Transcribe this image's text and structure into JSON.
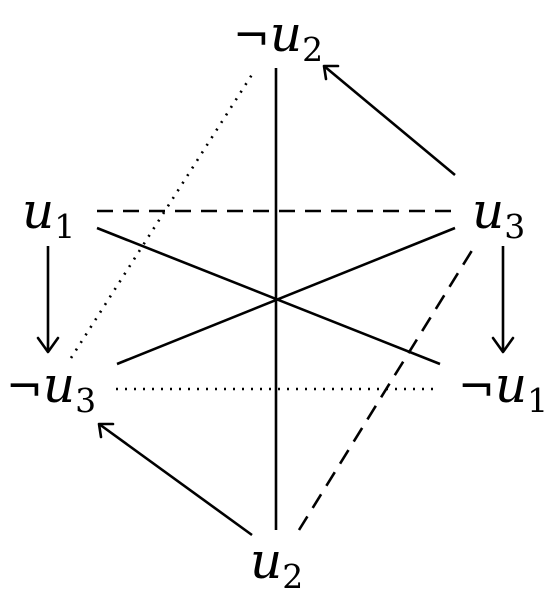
{
  "diagram": {
    "nodes": {
      "neg_u2": {
        "neg": "¬",
        "base": "u",
        "sub": "2"
      },
      "u1": {
        "neg": "",
        "base": "u",
        "sub": "1"
      },
      "u3": {
        "neg": "",
        "base": "u",
        "sub": "3"
      },
      "neg_u3": {
        "neg": "¬",
        "base": "u",
        "sub": "3"
      },
      "neg_u1": {
        "neg": "¬",
        "base": "u",
        "sub": "1"
      },
      "u2": {
        "neg": "",
        "base": "u",
        "sub": "2"
      }
    },
    "edges": [
      {
        "from": "neg_u2",
        "to": "u2",
        "style": "solid",
        "directed": false
      },
      {
        "from": "u1",
        "to": "neg_u1",
        "style": "solid",
        "directed": false
      },
      {
        "from": "u3",
        "to": "neg_u3",
        "style": "solid",
        "directed": false
      },
      {
        "from": "u1",
        "to": "u3",
        "style": "dashed",
        "directed": false
      },
      {
        "from": "neg_u3",
        "to": "neg_u1",
        "style": "dotted",
        "directed": false
      },
      {
        "from": "neg_u3",
        "to": "neg_u2",
        "style": "dotted",
        "directed": false
      },
      {
        "from": "u2",
        "to": "u3",
        "style": "dashed",
        "directed": false
      },
      {
        "from": "u3",
        "to": "neg_u2",
        "style": "solid",
        "directed": true
      },
      {
        "from": "u2",
        "to": "neg_u3",
        "style": "solid",
        "directed": true
      },
      {
        "from": "u1",
        "to": "neg_u3",
        "style": "solid",
        "directed": true
      },
      {
        "from": "u3",
        "to": "neg_u1",
        "style": "solid",
        "directed": true
      }
    ]
  }
}
